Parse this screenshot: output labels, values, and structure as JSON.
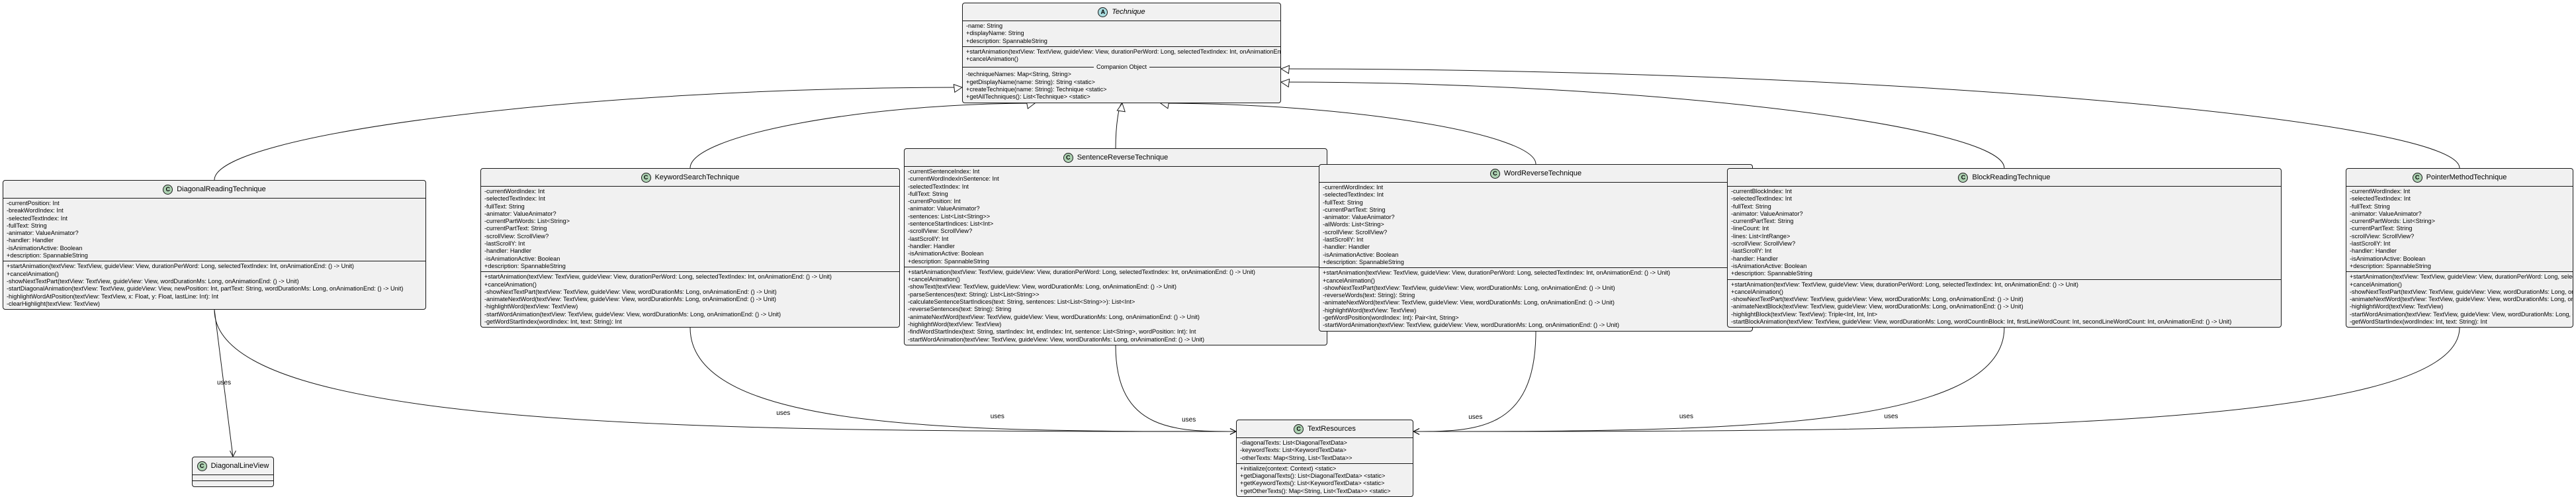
{
  "diagram": {
    "classes": [
      {
        "id": "technique",
        "name": "Technique",
        "kind": "abstract",
        "fields": [
          "-name: String",
          "+displayName: String",
          "+description: SpannableString"
        ],
        "methods": [
          "+startAnimation(textView: TextView, guideView: View, durationPerWord: Long, selectedTextIndex: Int, onAnimationEnd: () -> Unit)",
          "+cancelAnimation()"
        ],
        "separator": "Companion Object",
        "static_members": [
          "-techniqueNames: Map<String, String>",
          "+getDisplayName(name: String): String <static>",
          "+createTechnique(name: String): Technique <static>",
          "+getAllTechniques(): List<Technique> <static>"
        ]
      },
      {
        "id": "diagonal",
        "name": "DiagonalReadingTechnique",
        "kind": "class",
        "fields": [
          "-currentPosition: Int",
          "-breakWordIndex: Int",
          "-selectedTextIndex: Int",
          "-fullText: String",
          "-animator: ValueAnimator?",
          "-handler: Handler",
          "-isAnimationActive: Boolean",
          "+description: SpannableString"
        ],
        "methods": [
          "+startAnimation(textView: TextView, guideView: View, durationPerWord: Long, selectedTextIndex: Int, onAnimationEnd: () -> Unit)",
          "+cancelAnimation()",
          "-showNextTextPart(textView: TextView, guideView: View, wordDurationMs: Long, onAnimationEnd: () -> Unit)",
          "-startDiagonalAnimation(textView: TextView, guideView: View, newPosition: Int, partText: String, wordDurationMs: Long, onAnimationEnd: () -> Unit)",
          "-highlightWordAtPosition(textView: TextView, x: Float, y: Float, lastLine: Int): Int",
          "-clearHighlight(textView: TextView)"
        ]
      },
      {
        "id": "keyword",
        "name": "KeywordSearchTechnique",
        "kind": "class",
        "fields": [
          "-currentWordIndex: Int",
          "-selectedTextIndex: Int",
          "-fullText: String",
          "-animator: ValueAnimator?",
          "-currentPartWords: List<String>",
          "-currentPartText: String",
          "-scrollView: ScrollView?",
          "-lastScrollY: Int",
          "-handler: Handler",
          "-isAnimationActive: Boolean",
          "+description: SpannableString"
        ],
        "methods": [
          "+startAnimation(textView: TextView, guideView: View, durationPerWord: Long, selectedTextIndex: Int, onAnimationEnd: () -> Unit)",
          "+cancelAnimation()",
          "-showNextTextPart(textView: TextView, guideView: View, wordDurationMs: Long, onAnimationEnd: () -> Unit)",
          "-animateNextWord(textView: TextView, guideView: View, wordDurationMs: Long, onAnimationEnd: () -> Unit)",
          "-highlightWord(textView: TextView)",
          "-startWordAnimation(textView: TextView, guideView: View, wordDurationMs: Long, onAnimationEnd: () -> Unit)",
          "-getWordStartIndex(wordIndex: Int, text: String): Int"
        ]
      },
      {
        "id": "sentence",
        "name": "SentenceReverseTechnique",
        "kind": "class",
        "fields": [
          "-currentSentenceIndex: Int",
          "-currentWordIndexInSentence: Int",
          "-selectedTextIndex: Int",
          "-fullText: String",
          "-currentPosition: Int",
          "-animator: ValueAnimator?",
          "-sentences: List<List<String>>",
          "-sentenceStartIndices: List<Int>",
          "-scrollView: ScrollView?",
          "-lastScrollY: Int",
          "-handler: Handler",
          "-isAnimationActive: Boolean",
          "+description: SpannableString"
        ],
        "methods": [
          "+startAnimation(textView: TextView, guideView: View, durationPerWord: Long, selectedTextIndex: Int, onAnimationEnd: () -> Unit)",
          "+cancelAnimation()",
          "-showText(textView: TextView, guideView: View, wordDurationMs: Long, onAnimationEnd: () -> Unit)",
          "-parseSentences(text: String): List<List<String>>",
          "-calculateSentenceStartIndices(text: String, sentences: List<List<String>>): List<Int>",
          "-reverseSentences(text: String): String",
          "-animateNextWord(textView: TextView, guideView: View, wordDurationMs: Long, onAnimationEnd: () -> Unit)",
          "-highlightWord(textView: TextView)",
          "-findWordStartIndex(text: String, startIndex: Int, endIndex: Int, sentence: List<String>, wordPosition: Int): Int",
          "-startWordAnimation(textView: TextView, guideView: View, wordDurationMs: Long, onAnimationEnd: () -> Unit)"
        ]
      },
      {
        "id": "wordreverse",
        "name": "WordReverseTechnique",
        "kind": "class",
        "fields": [
          "-currentWordIndex: Int",
          "-selectedTextIndex: Int",
          "-fullText: String",
          "-currentPartText: String",
          "-animator: ValueAnimator?",
          "-allWords: List<String>",
          "-scrollView: ScrollView?",
          "-lastScrollY: Int",
          "-handler: Handler",
          "-isAnimationActive: Boolean",
          "+description: SpannableString"
        ],
        "methods": [
          "+startAnimation(textView: TextView, guideView: View, durationPerWord: Long, selectedTextIndex: Int, onAnimationEnd: () -> Unit)",
          "+cancelAnimation()",
          "-showNextTextPart(textView: TextView, guideView: View, wordDurationMs: Long, onAnimationEnd: () -> Unit)",
          "-reverseWords(text: String): String",
          "-animateNextWord(textView: TextView, guideView: View, wordDurationMs: Long, onAnimationEnd: () -> Unit)",
          "-highlightWord(textView: TextView)",
          "-getWordPosition(wordIndex: Int): Pair<Int, String>",
          "-startWordAnimation(textView: TextView, guideView: View, wordDurationMs: Long, onAnimationEnd: () -> Unit)"
        ]
      },
      {
        "id": "block",
        "name": "BlockReadingTechnique",
        "kind": "class",
        "fields": [
          "-currentBlockIndex: Int",
          "-selectedTextIndex: Int",
          "-fullText: String",
          "-animator: ValueAnimator?",
          "-currentPartText: String",
          "-lineCount: Int",
          "-lines: List<IntRange>",
          "-scrollView: ScrollView?",
          "-lastScrollY: Int",
          "-handler: Handler",
          "-isAnimationActive: Boolean",
          "+description: SpannableString"
        ],
        "methods": [
          "+startAnimation(textView: TextView, guideView: View, durationPerWord: Long, selectedTextIndex: Int, onAnimationEnd: () -> Unit)",
          "+cancelAnimation()",
          "-showNextTextPart(textView: TextView, guideView: View, wordDurationMs: Long, onAnimationEnd: () -> Unit)",
          "-animateNextBlock(textView: TextView, guideView: View, wordDurationMs: Long, onAnimationEnd: () -> Unit)",
          "-highlightBlock(textView: TextView): Triple<Int, Int, Int>",
          "-startBlockAnimation(textView: TextView, guideView: View, wordDurationMs: Long, wordCountInBlock: Int, firstLineWordCount: Int, secondLineWordCount: Int, onAnimationEnd: () -> Unit)"
        ]
      },
      {
        "id": "pointer",
        "name": "PointerMethodTechnique",
        "kind": "class",
        "fields": [
          "-currentWordIndex: Int",
          "-selectedTextIndex: Int",
          "-fullText: String",
          "-animator: ValueAnimator?",
          "-currentPartWords: List<String>",
          "-currentPartText: String",
          "-scrollView: ScrollView?",
          "-lastScrollY: Int",
          "-handler: Handler",
          "-isAnimationActive: Boolean",
          "+description: SpannableString"
        ],
        "methods": [
          "+startAnimation(textView: TextView, guideView: View, durationPerWord: Long, selectedTextIndex: Int, onAnimationEnd: () -> Unit)",
          "+cancelAnimation()",
          "-showNextTextPart(textView: TextView, guideView: View, wordDurationMs: Long, onAnimationEnd: () -> Unit)",
          "-animateNextWord(textView: TextView, guideView: View, wordDurationMs: Long, onAnimationEnd: () -> Unit)",
          "-highlightWord(textView: TextView)",
          "-startWordAnimation(textView: TextView, guideView: View, wordDurationMs: Long, onAnimationEnd: () -> Unit)",
          "-getWordStartIndex(wordIndex: Int, text: String): Int"
        ]
      },
      {
        "id": "textres",
        "name": "TextResources",
        "kind": "class",
        "fields": [
          "-diagonalTexts: List<DiagonalTextData>",
          "-keywordTexts: List<KeywordTextData>",
          "-otherTexts: Map<String, List<TextData>>"
        ],
        "methods": [
          "+initialize(context: Context) <static>",
          "+getDiagonalTexts(): List<DiagonalTextData> <static>",
          "+getKeywordTexts(): List<KeywordTextData> <static>",
          "+getOtherTexts(): Map<String, List<TextData>> <static>"
        ]
      },
      {
        "id": "dlv",
        "name": "DiagonalLineView",
        "kind": "class",
        "fields": [],
        "methods": []
      }
    ],
    "relations": [
      {
        "from": "diagonal",
        "to": "technique",
        "type": "extends"
      },
      {
        "from": "keyword",
        "to": "technique",
        "type": "extends"
      },
      {
        "from": "sentence",
        "to": "technique",
        "type": "extends"
      },
      {
        "from": "wordreverse",
        "to": "technique",
        "type": "extends"
      },
      {
        "from": "block",
        "to": "technique",
        "type": "extends"
      },
      {
        "from": "pointer",
        "to": "technique",
        "type": "extends"
      },
      {
        "from": "diagonal",
        "to": "dlv",
        "type": "uses",
        "label": "uses"
      },
      {
        "from": "diagonal",
        "to": "textres",
        "type": "uses",
        "label": "uses"
      },
      {
        "from": "keyword",
        "to": "textres",
        "type": "uses",
        "label": "uses"
      },
      {
        "from": "sentence",
        "to": "textres",
        "type": "uses",
        "label": "uses"
      },
      {
        "from": "wordreverse",
        "to": "textres",
        "type": "uses",
        "label": "uses"
      },
      {
        "from": "block",
        "to": "textres",
        "type": "uses",
        "label": "uses"
      },
      {
        "from": "pointer",
        "to": "textres",
        "type": "uses",
        "label": "uses"
      }
    ],
    "badges": {
      "abstract": "A",
      "class": "C"
    },
    "colors": {
      "class_fill": "#F1F1F1",
      "border": "#181818",
      "class_badge": "#ADD1B2",
      "abstract_badge": "#A9DCDF"
    }
  }
}
